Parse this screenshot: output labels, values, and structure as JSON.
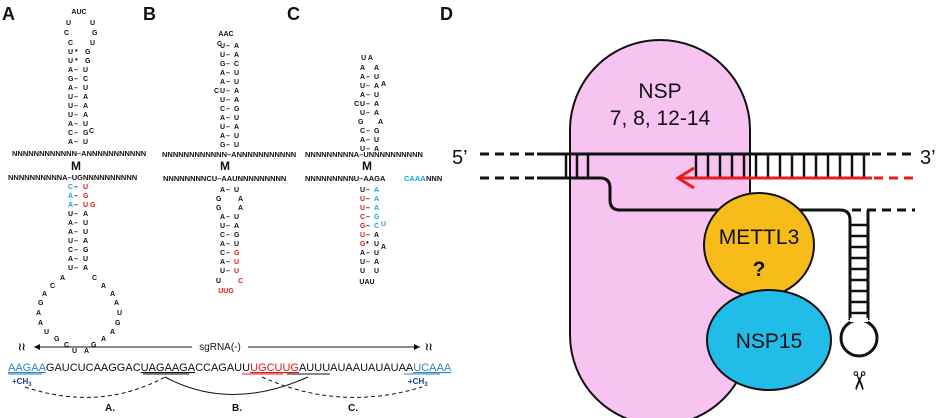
{
  "panels": [
    "A",
    "B",
    "C",
    "D"
  ],
  "stem_label": "M",
  "n_top_a": "NNNNNNNNNNNN–ANNNNNNNNNNN",
  "n_bot_a": "NNNNNNNNNNA–UGNNNNNNNNNN",
  "n_top_b": "NNNNNNNNNNNN–ANNNNNNNNNNN",
  "n_bot_b": "NNNNNNNNCU–AAUNNNNNNNNN",
  "n_top_c": "NNNNNNNNNA–UNNNNNNNNNN",
  "n_bot_c_black": "NNNNNNNNNU–AAGA",
  "n_bot_c_blue": "CAAA",
  "n_bot_c_tail": "NNN",
  "loop_a": "AUC",
  "loop_b": "AAC",
  "loop_c_top": "U A",
  "loop_b_bottom": "UUG",
  "loop_c_bottom": "UAU",
  "sgrna_label": "sgRNA(-)",
  "sequence": {
    "s1": "AAGAA",
    "s2": "GAUCUCAAGGAC",
    "s3": "UAGAAGA",
    "s4": "CCAGAUU",
    "s5": "UGCUUG",
    "s6": "AUUUAUAAUAUAUAA",
    "s7": "UCAAA"
  },
  "methyl_label": "+CH",
  "methyl_sub": "3",
  "bracket_labels": [
    "A.",
    "B.",
    "C."
  ],
  "complex": {
    "nsp_line1": "NSP",
    "nsp_line2": "7, 8, 12-14",
    "mettl3": "METTL3",
    "question": "?",
    "nsp15": "NSP15",
    "five_prime": "5’",
    "three_prime": "3’",
    "scissors": "✂"
  },
  "colors": {
    "blue_nt": "#1aa5d8",
    "red_nt": "#e01818",
    "nsp_fill": "#f7c4f1",
    "mettl3_fill": "#f7bb1a",
    "nsp15_fill": "#21bde8",
    "arrow_red": "#e81c1c",
    "seq_blue": "#2c85c4"
  }
}
